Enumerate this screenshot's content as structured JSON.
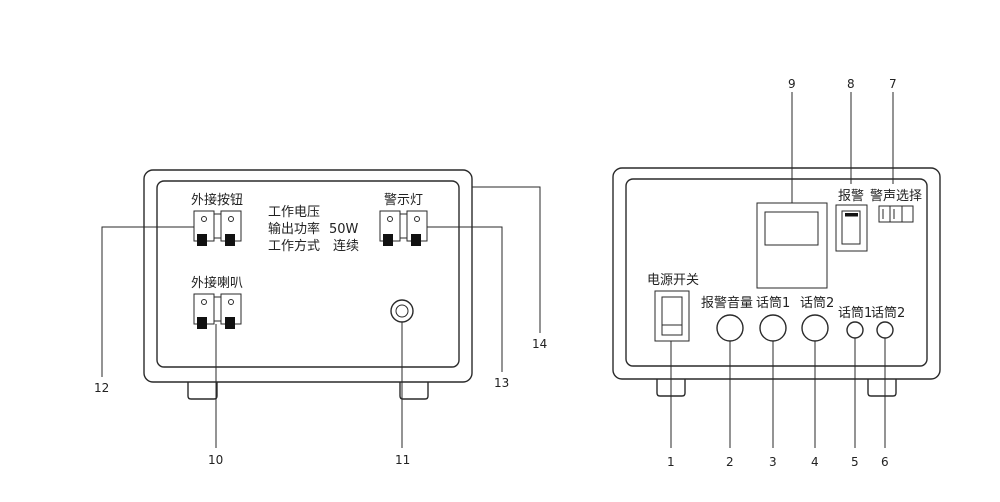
{
  "rear_panel": {
    "external_button_label": "外接按钮",
    "specs": {
      "line1": "工作电压",
      "line2_label": "输出功率",
      "line2_value": "50W",
      "line3_label": "工作方式",
      "line3_value": "连续"
    },
    "warning_light_label": "警示灯",
    "external_speaker_label": "外接喇叭"
  },
  "front_panel": {
    "power_switch_label": "电源开关",
    "alarm_volume_label": "报警音量",
    "mic1_label": "话筒1",
    "mic2_label": "话筒2",
    "mic1_small_label": "话筒1",
    "mic2_small_label": "话筒2",
    "alarm_label": "报警",
    "siren_select_label": "警声选择"
  },
  "callouts": [
    "1",
    "2",
    "3",
    "4",
    "5",
    "6",
    "7",
    "8",
    "9",
    "10",
    "11",
    "12",
    "13",
    "14"
  ]
}
